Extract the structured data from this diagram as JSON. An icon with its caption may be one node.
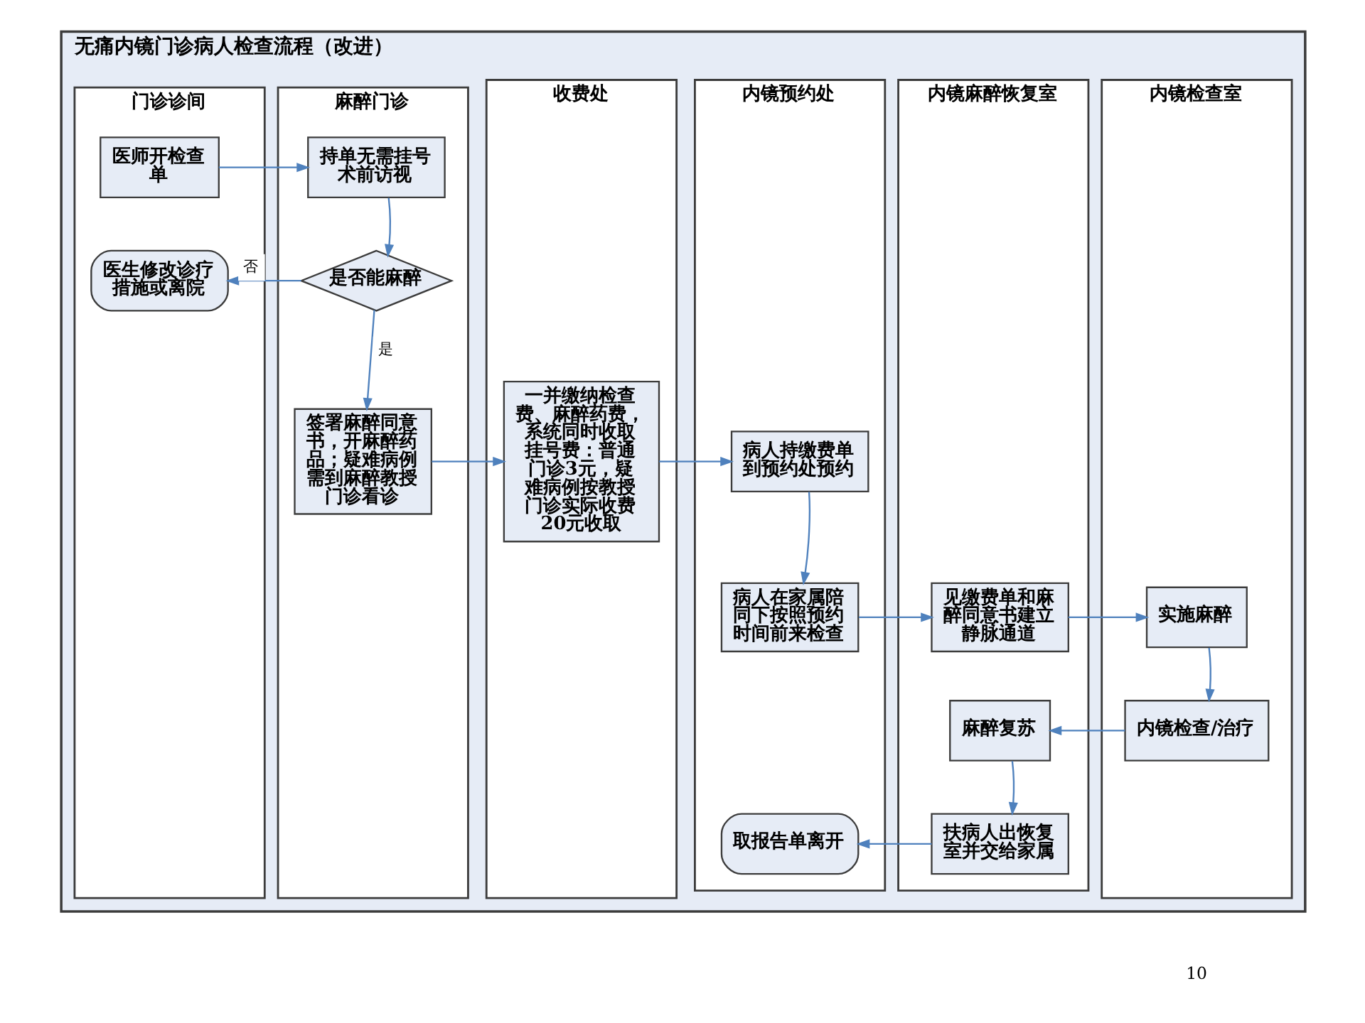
{
  "diagram": {
    "nodes": [
      {
        "text": [
          "无痛内镜门诊病人检查流程（改进）"
        ]
      },
      {
        "text": [
          "门诊诊间"
        ],
        "in": 0
      },
      {
        "text": [
          "麻醉门诊"
        ],
        "in": 0
      },
      {
        "text": [
          "收费处"
        ],
        "in": 0
      },
      {
        "text": [
          "内镜预约处"
        ],
        "in": 0
      },
      {
        "text": [
          "内镜麻醉恢复室"
        ],
        "in": 0
      },
      {
        "text": [
          "内镜检查室"
        ],
        "in": 0
      },
      {
        "text": [
          "医师开检查单"
        ],
        "in": 1
      },
      {
        "text": [
          "医生修改诊疗措施或离院"
        ],
        "in": 1
      },
      {
        "text": [
          "持单无需挂号术前访视"
        ],
        "in": 2
      },
      {
        "text": [
          "是否能麻醉"
        ],
        "in": 2
      },
      {
        "text": [
          "签署麻醉同意书，开麻醉药品；疑难病例需到麻醉教授门诊看诊"
        ],
        "in": 2
      },
      {
        "text": [
          "一并缴纳检查费、麻醉药费，系统同时收取挂号费：普通门诊3元，疑难病例按教授门诊实际收费20元收取"
        ],
        "in": 3
      },
      {
        "text": [
          "病人持缴费单到预约处预约"
        ],
        "in": 4
      },
      {
        "text": [
          "病人在家属陪同下按照预约时间前来检查"
        ],
        "in": 4
      },
      {
        "text": [
          "取报告单离开"
        ],
        "in": 4
      },
      {
        "text": [
          "见缴费单和麻醉同意书建立静脉通道"
        ],
        "in": 5
      },
      {
        "text": [
          "麻醉复苏"
        ],
        "in": 5
      },
      {
        "text": [
          "扶病人出恢复室并交给家属"
        ],
        "in": 5
      },
      {
        "text": [
          "实施麻醉"
        ],
        "in": 6
      },
      {
        "text": [
          "内镜检查/治疗"
        ],
        "in": 6
      }
    ],
    "edges": [
      {
        "from": 7,
        "to": 9,
        "arrow": "to"
      },
      {
        "from": 9,
        "to": 10,
        "arrow": "to"
      },
      {
        "from": 10,
        "to": 8,
        "arrow": "to",
        "label": "否"
      },
      {
        "from": 10,
        "to": 11,
        "arrow": "to",
        "label": "是"
      },
      {
        "from": 11,
        "to": 12,
        "arrow": "to"
      },
      {
        "from": 12,
        "to": 13,
        "arrow": "to"
      },
      {
        "from": 13,
        "to": 14,
        "arrow": "to"
      },
      {
        "from": 14,
        "to": 16,
        "arrow": "to"
      },
      {
        "from": 16,
        "to": 19,
        "arrow": "to"
      },
      {
        "from": 19,
        "to": 20,
        "arrow": "to"
      },
      {
        "from": 20,
        "to": 17,
        "arrow": "to"
      },
      {
        "from": 17,
        "to": 18,
        "arrow": "to"
      },
      {
        "from": 18,
        "to": 15,
        "arrow": "to"
      }
    ],
    "labels": [
      "10"
    ]
  }
}
